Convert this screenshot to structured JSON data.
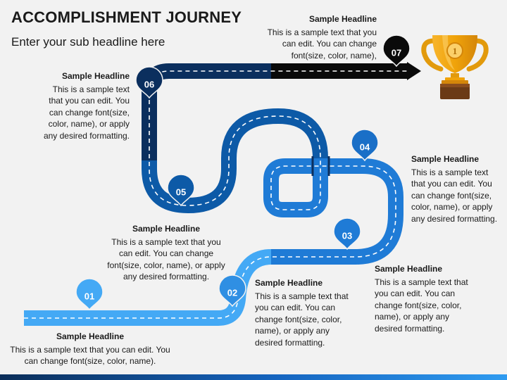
{
  "title": "ACCOMPLISHMENT JOURNEY",
  "subtitle": "Enter your sub headline here",
  "colors": {
    "light": "#44a9f5",
    "mid": "#1f7bd6",
    "dark": "#0d5aa7",
    "darkest": "#0b2f5e",
    "black": "#0a0a0a",
    "trophy": "#f0a30a"
  },
  "steps": [
    {
      "num": "01",
      "headline": "Sample Headline",
      "text": "This is a sample text that you can edit. You can change font(size, color, name)."
    },
    {
      "num": "02",
      "headline": "Sample Headline",
      "text": "This is a sample text that you can edit. You can change font(size, color, name), or apply any desired formatting."
    },
    {
      "num": "03",
      "headline": "Sample Headline",
      "text": "This is a sample text that you can edit. You can change font(size, color, name), or apply any desired formatting."
    },
    {
      "num": "04",
      "headline": "Sample Headline",
      "text": "This is a sample text that you can edit. You can change font(size, color, name), or apply any desired formatting."
    },
    {
      "num": "05",
      "headline": "Sample Headline",
      "text": "This is a sample text that you can edit. You can change font(size, color, name), or apply any desired formatting."
    },
    {
      "num": "06",
      "headline": "Sample Headline",
      "text": "This is a sample text that you can edit. You can change font(size, color, name), or apply any desired formatting."
    },
    {
      "num": "07",
      "headline": "Sample Headline",
      "text": "This is a sample text that you can edit. You can change font(size, color, name),"
    }
  ],
  "trophy": {
    "icon": "trophy-icon",
    "medal_label": "1"
  }
}
